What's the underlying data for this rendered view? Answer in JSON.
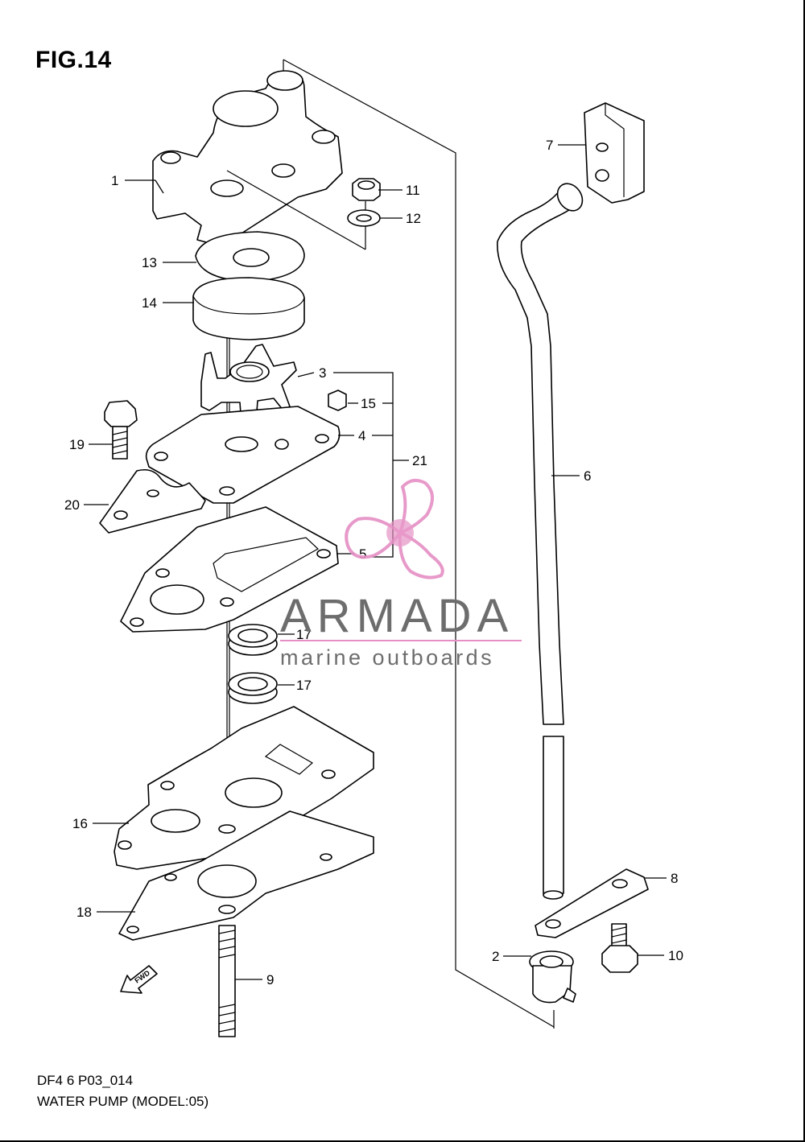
{
  "figure": {
    "title": "FIG.14",
    "code": "DF4 6 P03_014",
    "caption": "WATER PUMP (MODEL:05)"
  },
  "watermark": {
    "brand": "ARMADA",
    "tagline": "marine outboards",
    "logo_icon": "propeller-icon",
    "logo_color": "#e58fc4",
    "text_color": "#6d6d6d"
  },
  "fwd_label": "FWD",
  "callouts": [
    "1",
    "11",
    "12",
    "13",
    "14",
    "3",
    "15",
    "4",
    "21",
    "19",
    "20",
    "5",
    "17",
    "17",
    "16",
    "18",
    "9",
    "7",
    "6",
    "8",
    "2",
    "10"
  ]
}
